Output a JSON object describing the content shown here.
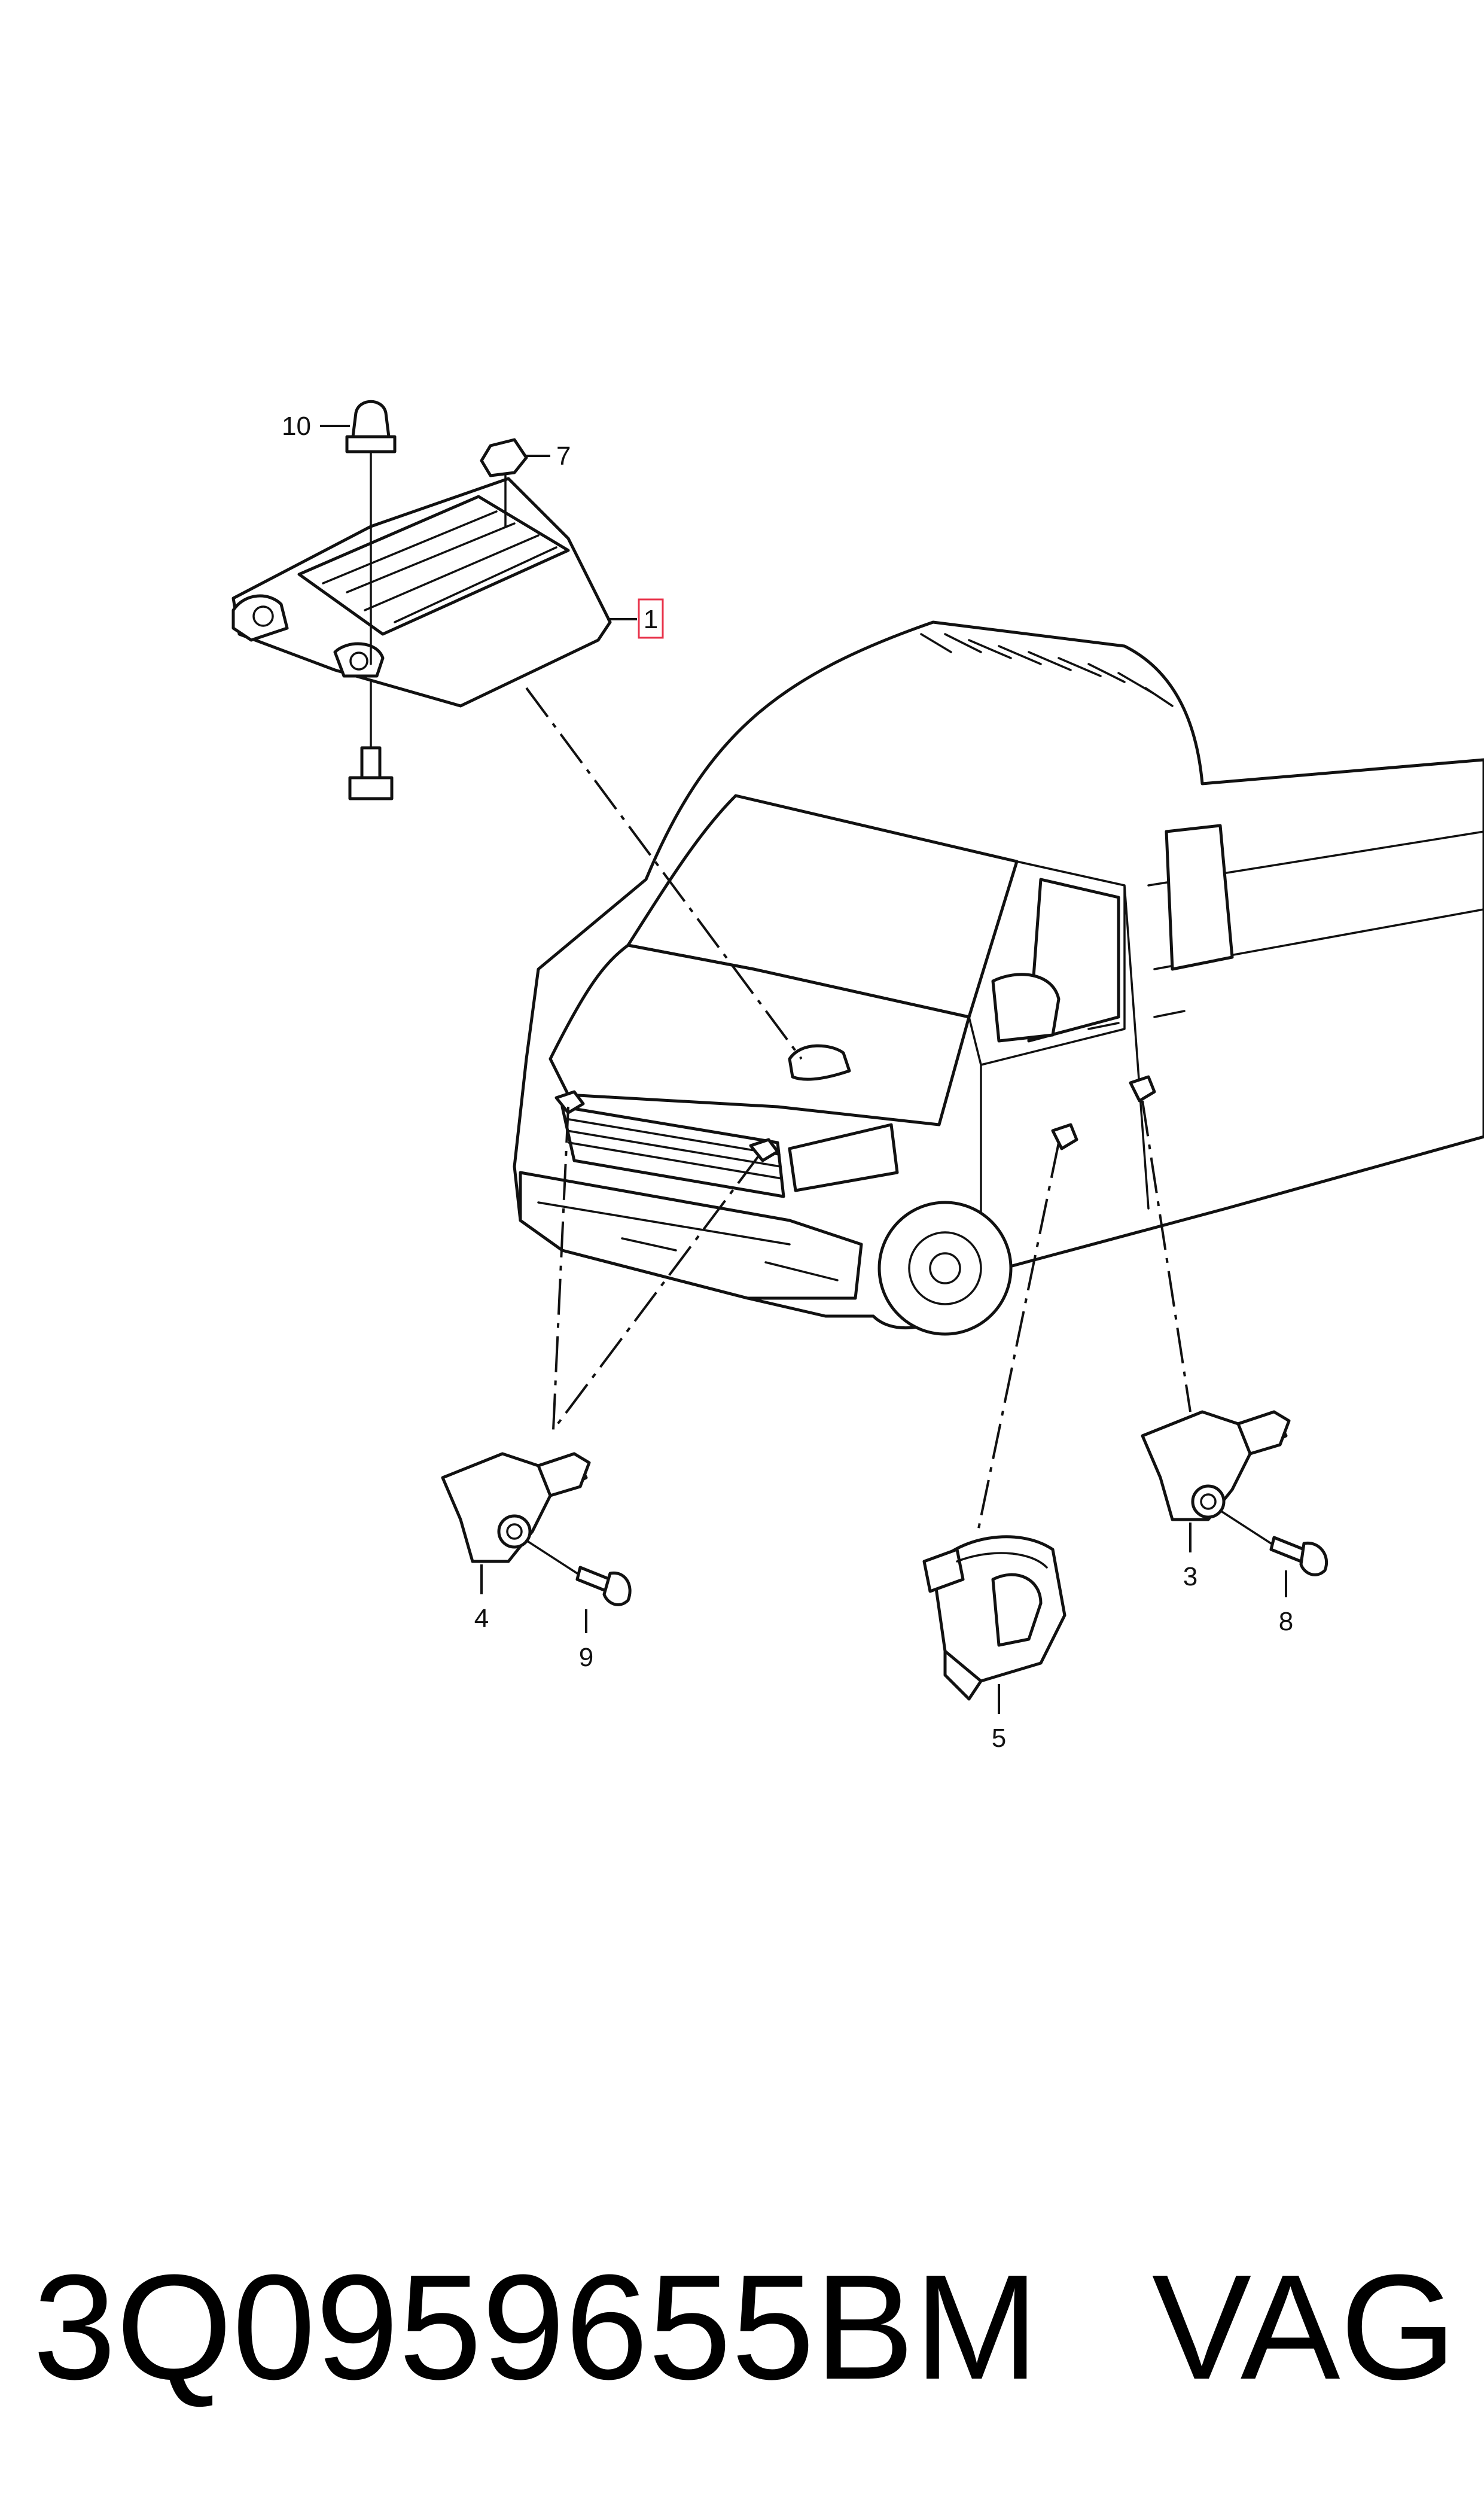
{
  "callouts": {
    "c1": "1",
    "c3": "3",
    "c4": "4",
    "c5": "5",
    "c7": "7",
    "c8": "8",
    "c9": "9",
    "c10": "10"
  },
  "caption": {
    "part_number": "3Q0959655BM",
    "brand": "VAG"
  },
  "colors": {
    "line": "#111111",
    "highlight_box": "#e8324a",
    "background": "#ffffff"
  }
}
